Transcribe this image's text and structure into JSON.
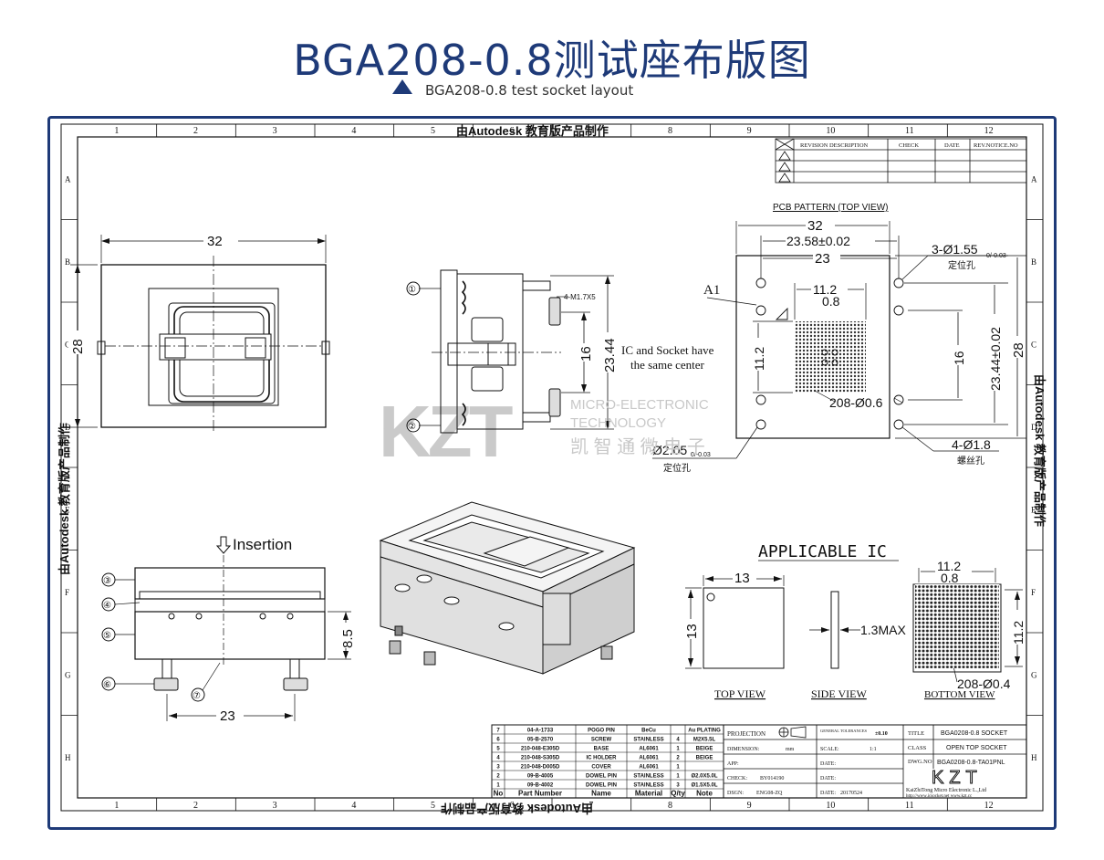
{
  "header": {
    "title": "BGA208-0.8测试座布版图",
    "subtitle": "BGA208-0.8 test socket layout"
  },
  "border": {
    "columns": [
      "1",
      "2",
      "3",
      "4",
      "5",
      "6",
      "7",
      "8",
      "9",
      "10",
      "11",
      "12"
    ],
    "rows": [
      "A",
      "B",
      "C",
      "D",
      "E",
      "F",
      "G",
      "H"
    ],
    "autodesk_note": "由Autodesk 教育版产品制作"
  },
  "revision_table": {
    "headers": [
      "REVISION DESCRIPTION",
      "CHECK",
      "DATE",
      "REV.NOTICE.NO"
    ],
    "marks": [
      "1",
      "2",
      "3"
    ]
  },
  "top_view": {
    "width": "32",
    "height": "28"
  },
  "side_section": {
    "screw_note": "4-M1.7X5",
    "dim_16": "16",
    "dim_2344": "23.44",
    "balloons": [
      "①",
      "②"
    ]
  },
  "center_note": {
    "line1": "IC and Socket have",
    "line2": "the same center"
  },
  "pcb": {
    "title": "PCB PATTERN (TOP VIEW)",
    "dim_32": "32",
    "dim_2358": "23.58±0.02",
    "dim_23": "23",
    "locating_holes": "3-Ø1.55",
    "locating_tol": "0/-0.03",
    "locating_cn": "定位孔",
    "a1": "A1",
    "pitch_112": "11.2",
    "pitch_08": "0.8",
    "side_112": "11.2",
    "dim_16": "16",
    "dim_2344": "23.44±0.02",
    "dim_28": "28",
    "pads": "208-Ø0.6",
    "big_hole": "Ø2.05",
    "big_hole_tol": "0/-0.03",
    "big_hole_cn": "定位孔",
    "screw_holes": "4-Ø1.8",
    "screw_cn": "螺丝孔"
  },
  "watermark": {
    "logo": "KZT",
    "line1": "MICRO-ELECTRONIC",
    "line2": "TECHNOLOGY",
    "line3": "凯 智 通 微 电 子"
  },
  "front_view": {
    "insertion": "Insertion",
    "height": "8.5",
    "spacing": "23",
    "balloons": [
      "③",
      "④",
      "⑤",
      "⑥",
      "⑦"
    ]
  },
  "applicable_ic": {
    "title": "APPLICABLE IC",
    "top_label": "TOP VIEW",
    "side_label": "SIDE VIEW",
    "bottom_label": "BOTTOM VIEW",
    "size_w": "13",
    "size_h": "13",
    "thickness": "1.3MAX",
    "bottom_112_h": "11.2",
    "bottom_08": "0.8",
    "bottom_112_v": "11.2",
    "balls": "208-Ø0.4"
  },
  "bom": {
    "headers": [
      "No",
      "Part Number",
      "Name",
      "Material",
      "Q/ty",
      "Note"
    ],
    "rows": [
      [
        "7",
        "04-A-1733",
        "POGO PIN",
        "BeCu",
        "",
        "Au PLATING"
      ],
      [
        "6",
        "05-B-2570",
        "SCREW",
        "STAINLESS",
        "4",
        "M2X5.5L"
      ],
      [
        "5",
        "210-048-E305D",
        "BASE",
        "AL6061",
        "1",
        "BEIGE"
      ],
      [
        "4",
        "210-048-S305D",
        "IC HOLDER",
        "AL6061",
        "2",
        "BEIGE"
      ],
      [
        "3",
        "210-048-D005D",
        "COVER",
        "AL6061",
        "1",
        ""
      ],
      [
        "2",
        "09-B-4005",
        "DOWEL PIN",
        "STAINLESS",
        "1",
        "Ø2.0X5.0L"
      ],
      [
        "1",
        "09-B-4002",
        "DOWEL PIN",
        "STAINLESS",
        "3",
        "Ø1.5X5.0L"
      ]
    ]
  },
  "title_block": {
    "projection": "PROJECTION",
    "tolerances": "GENERAL TOLERANCES",
    "tol_val": "±0.10",
    "dimension": "DIMENSION:",
    "unit": "mm",
    "scale": "SCALE:",
    "scale_val": "1:1",
    "app": "APP:",
    "check": "CHECK:",
    "check_val": "BY014190",
    "design": "DSGN:",
    "design_val": "ENG08-ZQ",
    "date": "DATE:",
    "date_val": "20170524",
    "title_lbl": "TITLE",
    "title_val": "BGA0208-0.8 SOCKET",
    "class_lbl": "CLASS",
    "class_val": "OPEN TOP SOCKET",
    "dwg_lbl": "DWG.NO",
    "dwg_val": "BGA0208-0.8-TA01PNL",
    "company_logo": "KZT",
    "company": "KaiZhiTong Micro Electronic L.,Ltd",
    "url": "http://www.icsocket.net  www.kzt.cc"
  }
}
